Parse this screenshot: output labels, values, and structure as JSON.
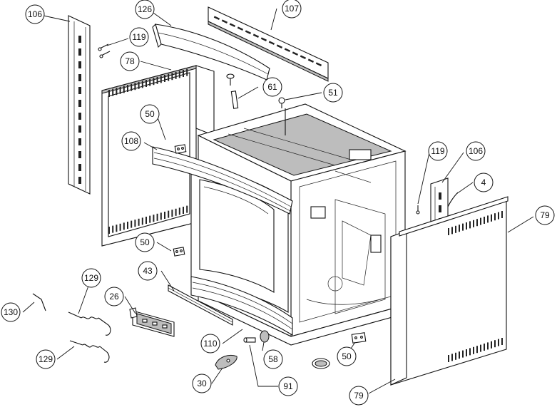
{
  "callouts": [
    {
      "id": "c106a",
      "label": "106"
    },
    {
      "id": "c126",
      "label": "126"
    },
    {
      "id": "c107",
      "label": "107"
    },
    {
      "id": "c119a",
      "label": "119"
    },
    {
      "id": "c78",
      "label": "78"
    },
    {
      "id": "c61",
      "label": "61"
    },
    {
      "id": "c51",
      "label": "51"
    },
    {
      "id": "c50a",
      "label": "50"
    },
    {
      "id": "c108",
      "label": "108"
    },
    {
      "id": "c119b",
      "label": "119"
    },
    {
      "id": "c106b",
      "label": "106"
    },
    {
      "id": "c4",
      "label": "4"
    },
    {
      "id": "c79a",
      "label": "79"
    },
    {
      "id": "c50b",
      "label": "50"
    },
    {
      "id": "c43",
      "label": "43"
    },
    {
      "id": "c129a",
      "label": "129"
    },
    {
      "id": "c26",
      "label": "26"
    },
    {
      "id": "c130",
      "label": "130"
    },
    {
      "id": "c110",
      "label": "110"
    },
    {
      "id": "c58",
      "label": "58"
    },
    {
      "id": "c50c",
      "label": "50"
    },
    {
      "id": "c129b",
      "label": "129"
    },
    {
      "id": "c30",
      "label": "30"
    },
    {
      "id": "c91",
      "label": "91"
    },
    {
      "id": "c79b",
      "label": "79"
    }
  ]
}
